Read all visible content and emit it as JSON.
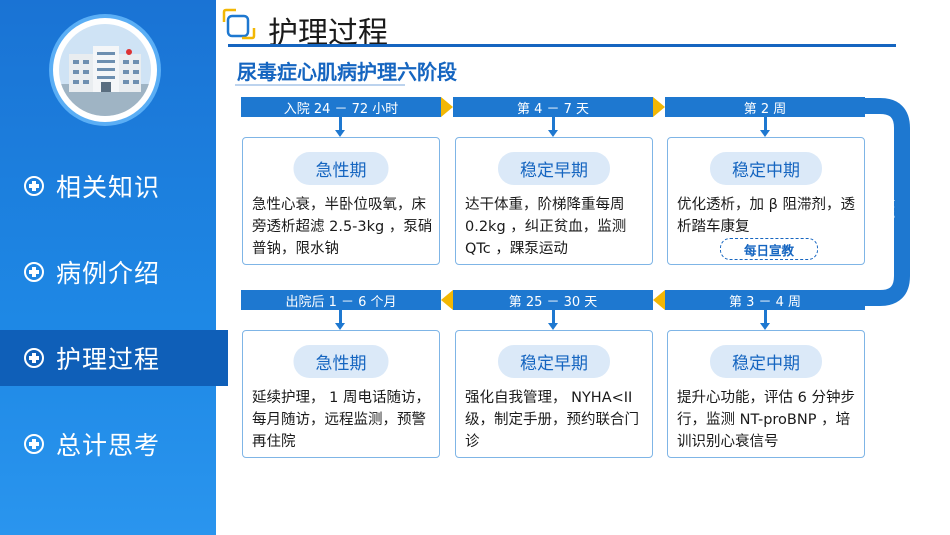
{
  "sidebar": {
    "items": [
      {
        "label": "相关知识"
      },
      {
        "label": "病例介绍"
      },
      {
        "label": "护理过程"
      },
      {
        "label": "总计思考"
      }
    ],
    "active_index": 2
  },
  "header": {
    "title": "护理过程",
    "subtitle": "尿毒症心肌病护理六阶段"
  },
  "flow_label": "护理流",
  "top_row": [
    {
      "time": "入院 24 － 72 小时",
      "phase": "急性期",
      "text": "急性心衰，半卧位吸氧，床旁透析超滤 2.5-3kg ，泵硝普钠，限水钠"
    },
    {
      "time": "第 4 － 7 天",
      "phase": "稳定早期",
      "text": "达干体重，阶梯降重每周 0.2kg ，纠正贫血，监测 QTc ，踝泵运动"
    },
    {
      "time": "第 2 周",
      "phase": "稳定中期",
      "text": "优化透析，加 β 阻滞剂，透析踏车康复",
      "badge": "每日宣教"
    }
  ],
  "bottom_row": [
    {
      "time": "出院后 1 － 6 个月",
      "phase": "急性期",
      "text": "延续护理， 1 周电话随访，每月随访，远程监测，预警再住院"
    },
    {
      "time": "第 25 － 30 天",
      "phase": "稳定早期",
      "text": "强化自我管理， NYHA<II 级，制定手册，预约联合门诊"
    },
    {
      "time": "第 3 － 4 周",
      "phase": "稳定中期",
      "text": "提升心功能，评估 6 分钟步行，监测 NT-proBNP ，培训识别心衰信号"
    }
  ],
  "colors": {
    "sidebar": "#1e88e5",
    "accent": "#1565c0",
    "chevron": "#f2b705"
  }
}
